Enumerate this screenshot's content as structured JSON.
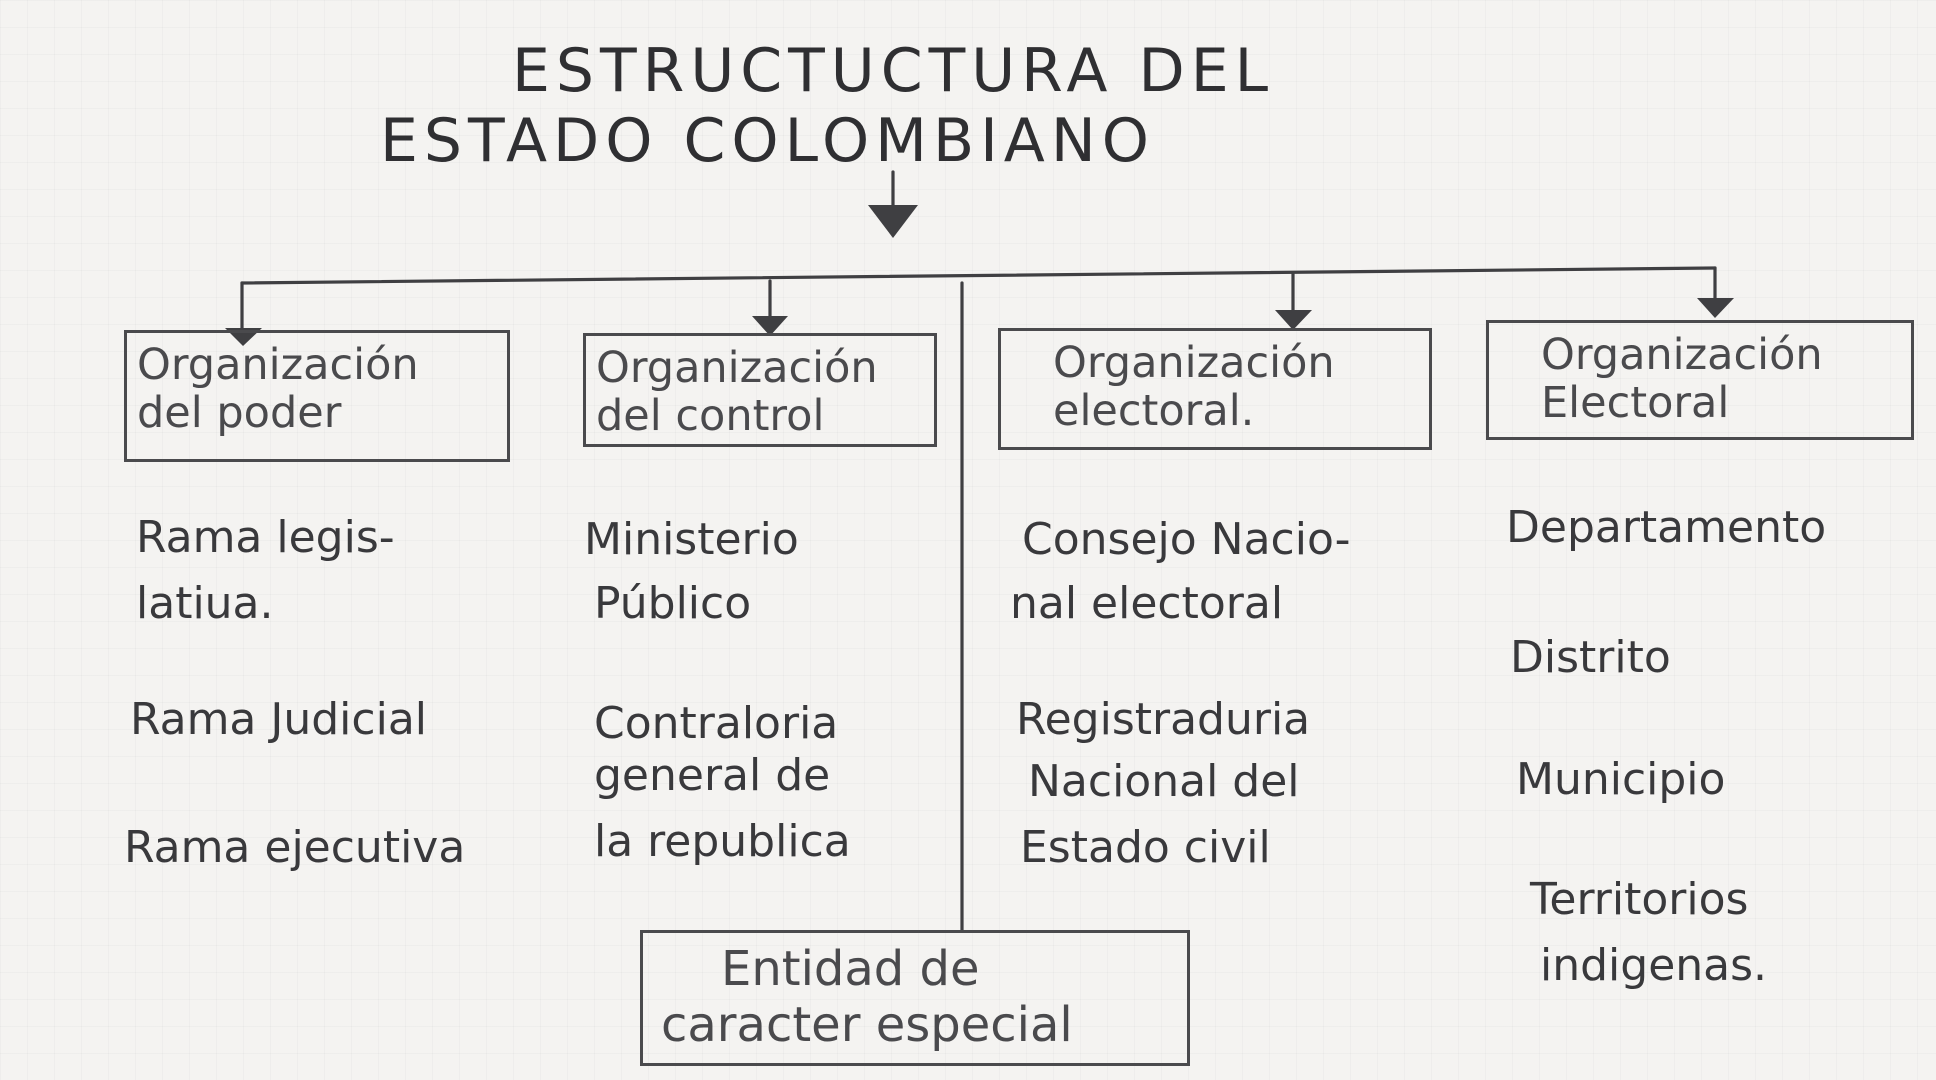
{
  "title": {
    "line1": "ESTRUCTUCTURA DEL",
    "line2": "ESTADO COLOMBIANO"
  },
  "columns": [
    {
      "box": [
        "Organización",
        "del poder"
      ],
      "items": [
        "Rama legis-",
        "latiua.",
        "Rama Judicial",
        "Rama ejecutiva"
      ]
    },
    {
      "box": [
        "Organización",
        "del control"
      ],
      "items": [
        "Ministerio",
        "Público",
        "Contraloria",
        "general de",
        "la republica"
      ]
    },
    {
      "box": [
        "Organización",
        "electoral."
      ],
      "items": [
        "Consejo Nacio-",
        "nal electoral",
        "Registraduria",
        "Nacional del",
        "Estado civil"
      ]
    },
    {
      "box": [
        "Organización",
        "Electoral"
      ],
      "items": [
        "Departamento",
        "Distrito",
        "Municipio",
        "Territorios",
        "indigenas."
      ]
    }
  ],
  "special": [
    "Entidad de",
    "caracter especial"
  ]
}
